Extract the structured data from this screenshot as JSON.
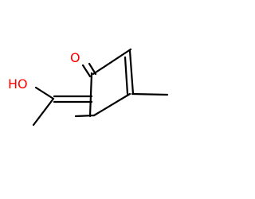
{
  "molecule": {
    "atoms": [
      {
        "id": "O1",
        "label": "O",
        "color": "#ff0000"
      },
      {
        "id": "O2",
        "label": "HO",
        "color": "#ff0000"
      }
    ],
    "bond_color": "#000000"
  }
}
